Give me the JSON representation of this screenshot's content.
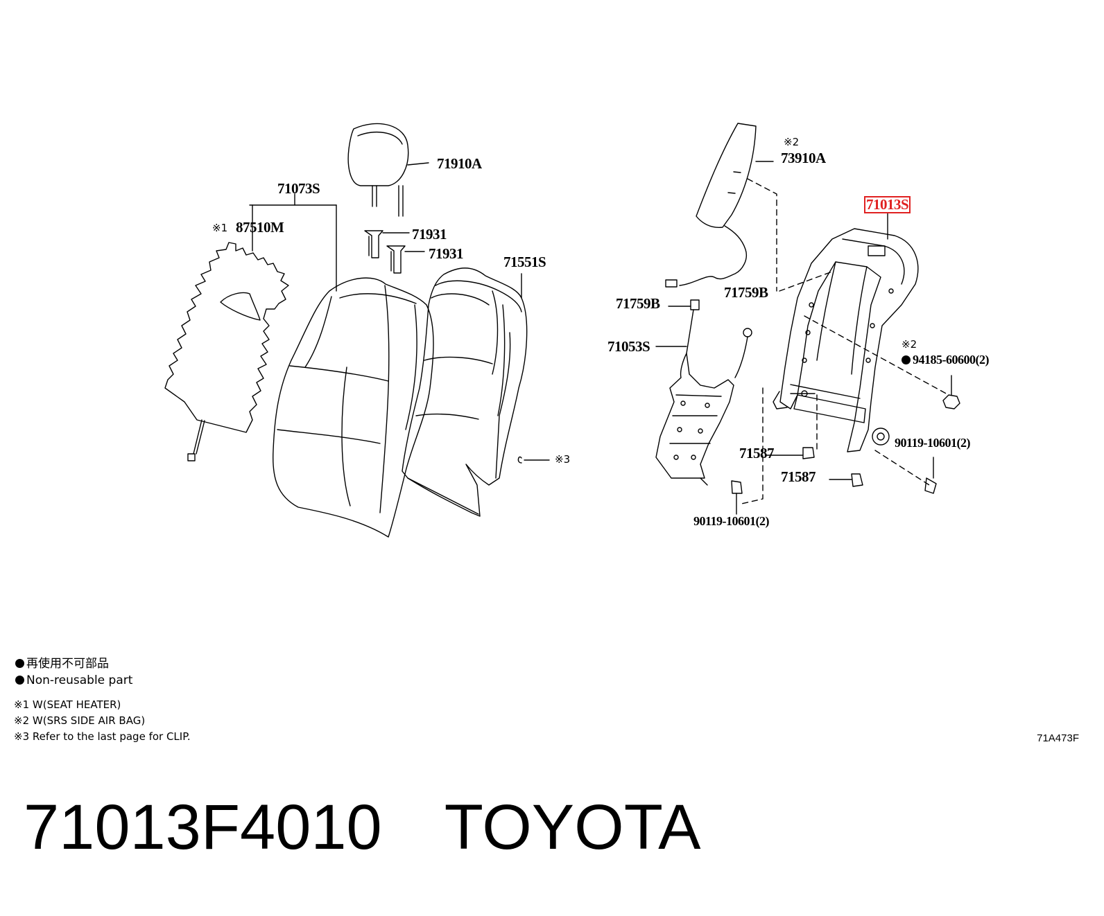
{
  "labels": {
    "headrest": "71910A",
    "back_cover": "71073S",
    "heater_marker": "※1",
    "heater": "87510M",
    "guide_1": "71931",
    "guide_2": "71931",
    "back_pad": "71551S",
    "airbag_marker": "※2",
    "airbag": "73910A",
    "frame": "71013S",
    "sensor_left": "71759B",
    "sensor_right": "71759B",
    "lumbar": "71053S",
    "nut_marker": "※2",
    "nut": "94185-60600(2)",
    "bolt_right": "90119-10601(2)",
    "clip_1": "71587",
    "clip_2": "71587",
    "bolt_bottom": "90119-10601(2)",
    "clip_ref": "※3"
  },
  "legend": {
    "jp": "再使用不可部品",
    "en": "Non-reusable part"
  },
  "notes": [
    "※1 W(SEAT HEATER)",
    "※2 W(SRS SIDE AIR BAG)",
    "※3 Refer to the last page for CLIP."
  ],
  "diagram_code": "71A473F",
  "caption": {
    "part_number": "71013F4010",
    "brand": "TOYOTA"
  },
  "colors": {
    "line": "#000000",
    "highlight": "#e02020"
  }
}
